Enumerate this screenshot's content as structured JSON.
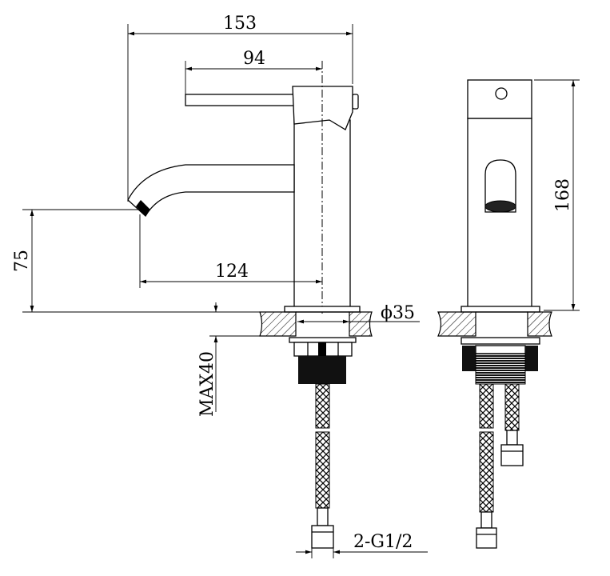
{
  "dimensions": {
    "overall_width": "153",
    "handle_length": "94",
    "spout_height": "75",
    "spout_reach": "124",
    "base_diameter": "ϕ35",
    "max_deck_thickness": "MAX40",
    "overall_height": "168",
    "connection": "2-G1/2"
  },
  "colors": {
    "line": "#000000",
    "background": "#ffffff"
  }
}
